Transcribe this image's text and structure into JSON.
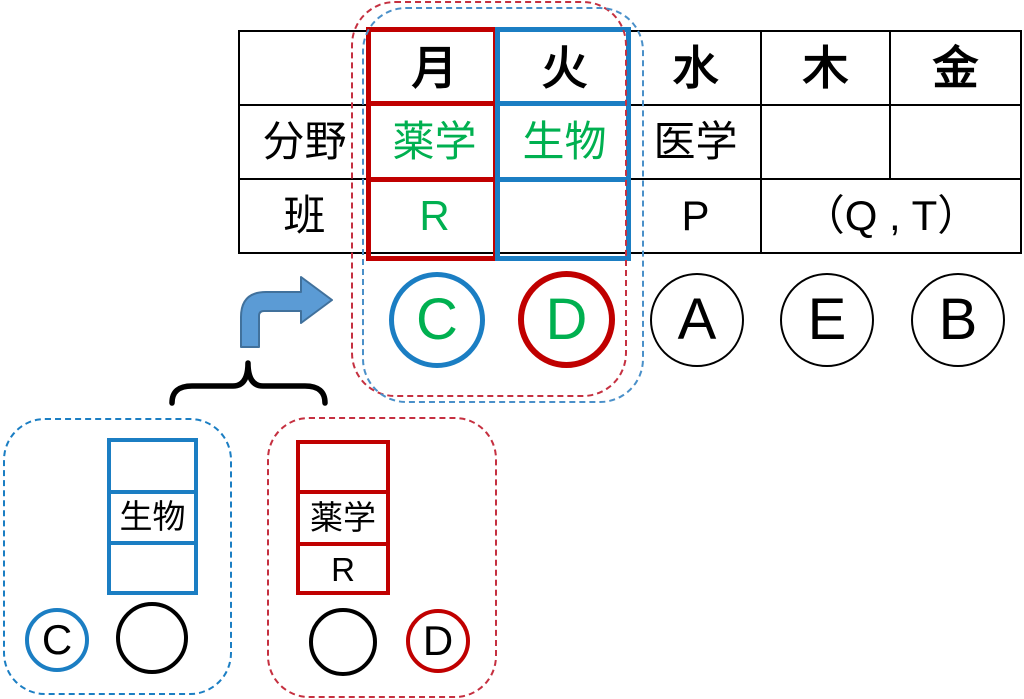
{
  "colors": {
    "red": "#C00000",
    "blue": "#1B7EC3",
    "green": "#00B050",
    "dashed_red": "#C53040",
    "dashed_blue": "#4A90C9",
    "arrow_fill": "#5B9BD5",
    "arrow_outline": "#41719C",
    "black": "#000000"
  },
  "schedule_table": {
    "corner_cell": "",
    "day_headers": [
      "月",
      "火",
      "水",
      "木",
      "金"
    ],
    "field_row": {
      "label": "分野",
      "mon": "薬学",
      "tue": "生物",
      "wed": "医学",
      "thu": "",
      "fri": ""
    },
    "group_row": {
      "label": "班",
      "mon": "R",
      "tue": "",
      "wed": "P",
      "thu_fri": "（Q , T）"
    }
  },
  "member_circles": {
    "mon": "C",
    "tue": "D",
    "wed": "A",
    "thu": "E",
    "fri": "B"
  },
  "left_candidate": {
    "cells": [
      "",
      "生物",
      ""
    ],
    "circles": [
      "C",
      ""
    ]
  },
  "right_candidate": {
    "cells": [
      "",
      "薬学",
      "R"
    ],
    "circles": [
      "",
      "D"
    ]
  }
}
